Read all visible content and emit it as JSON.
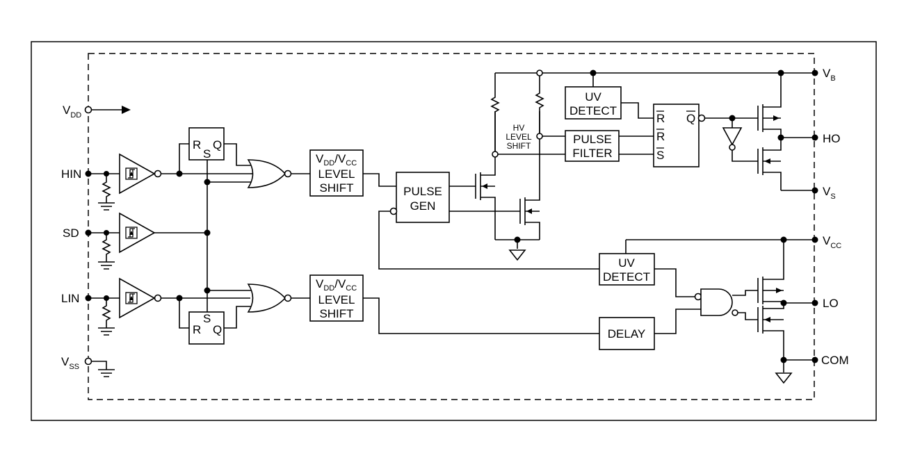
{
  "pins": {
    "vdd": {
      "main": "V",
      "sub": "DD"
    },
    "hin": "HIN",
    "sd": "SD",
    "lin": "LIN",
    "vss": {
      "main": "V",
      "sub": "SS"
    },
    "vb": {
      "main": "V",
      "sub": "B"
    },
    "ho": "HO",
    "vs": {
      "main": "V",
      "sub": "S"
    },
    "vcc": {
      "main": "V",
      "sub": "CC"
    },
    "lo": "LO",
    "com": "COM"
  },
  "blocks": {
    "latch_top": {
      "r": "R",
      "s": "S",
      "q": "Q"
    },
    "latch_bottom": {
      "r": "R",
      "s": "S",
      "q": "Q"
    },
    "level_shift_top": {
      "v1": "V",
      "s1": "DD",
      "slash": "/V",
      "s2": "CC",
      "line2": "LEVEL",
      "line3": "SHIFT"
    },
    "level_shift_bottom": {
      "v1": "V",
      "s1": "DD",
      "slash": "/V",
      "s2": "CC",
      "line2": "LEVEL",
      "line3": "SHIFT"
    },
    "pulse_gen": {
      "line1": "PULSE",
      "line2": "GEN"
    },
    "hv_level_shift": {
      "line1": "HV",
      "line2": "LEVEL",
      "line3": "SHIFT"
    },
    "uv_detect_top": {
      "line1": "UV",
      "line2": "DETECT"
    },
    "pulse_filter": {
      "line1": "PULSE",
      "line2": "FILTER"
    },
    "flipflop": {
      "r1": "R",
      "r2": "R",
      "s": "S",
      "q": "Q"
    },
    "uv_detect_bottom": {
      "line1": "UV",
      "line2": "DETECT"
    },
    "delay": {
      "label": "DELAY"
    }
  }
}
